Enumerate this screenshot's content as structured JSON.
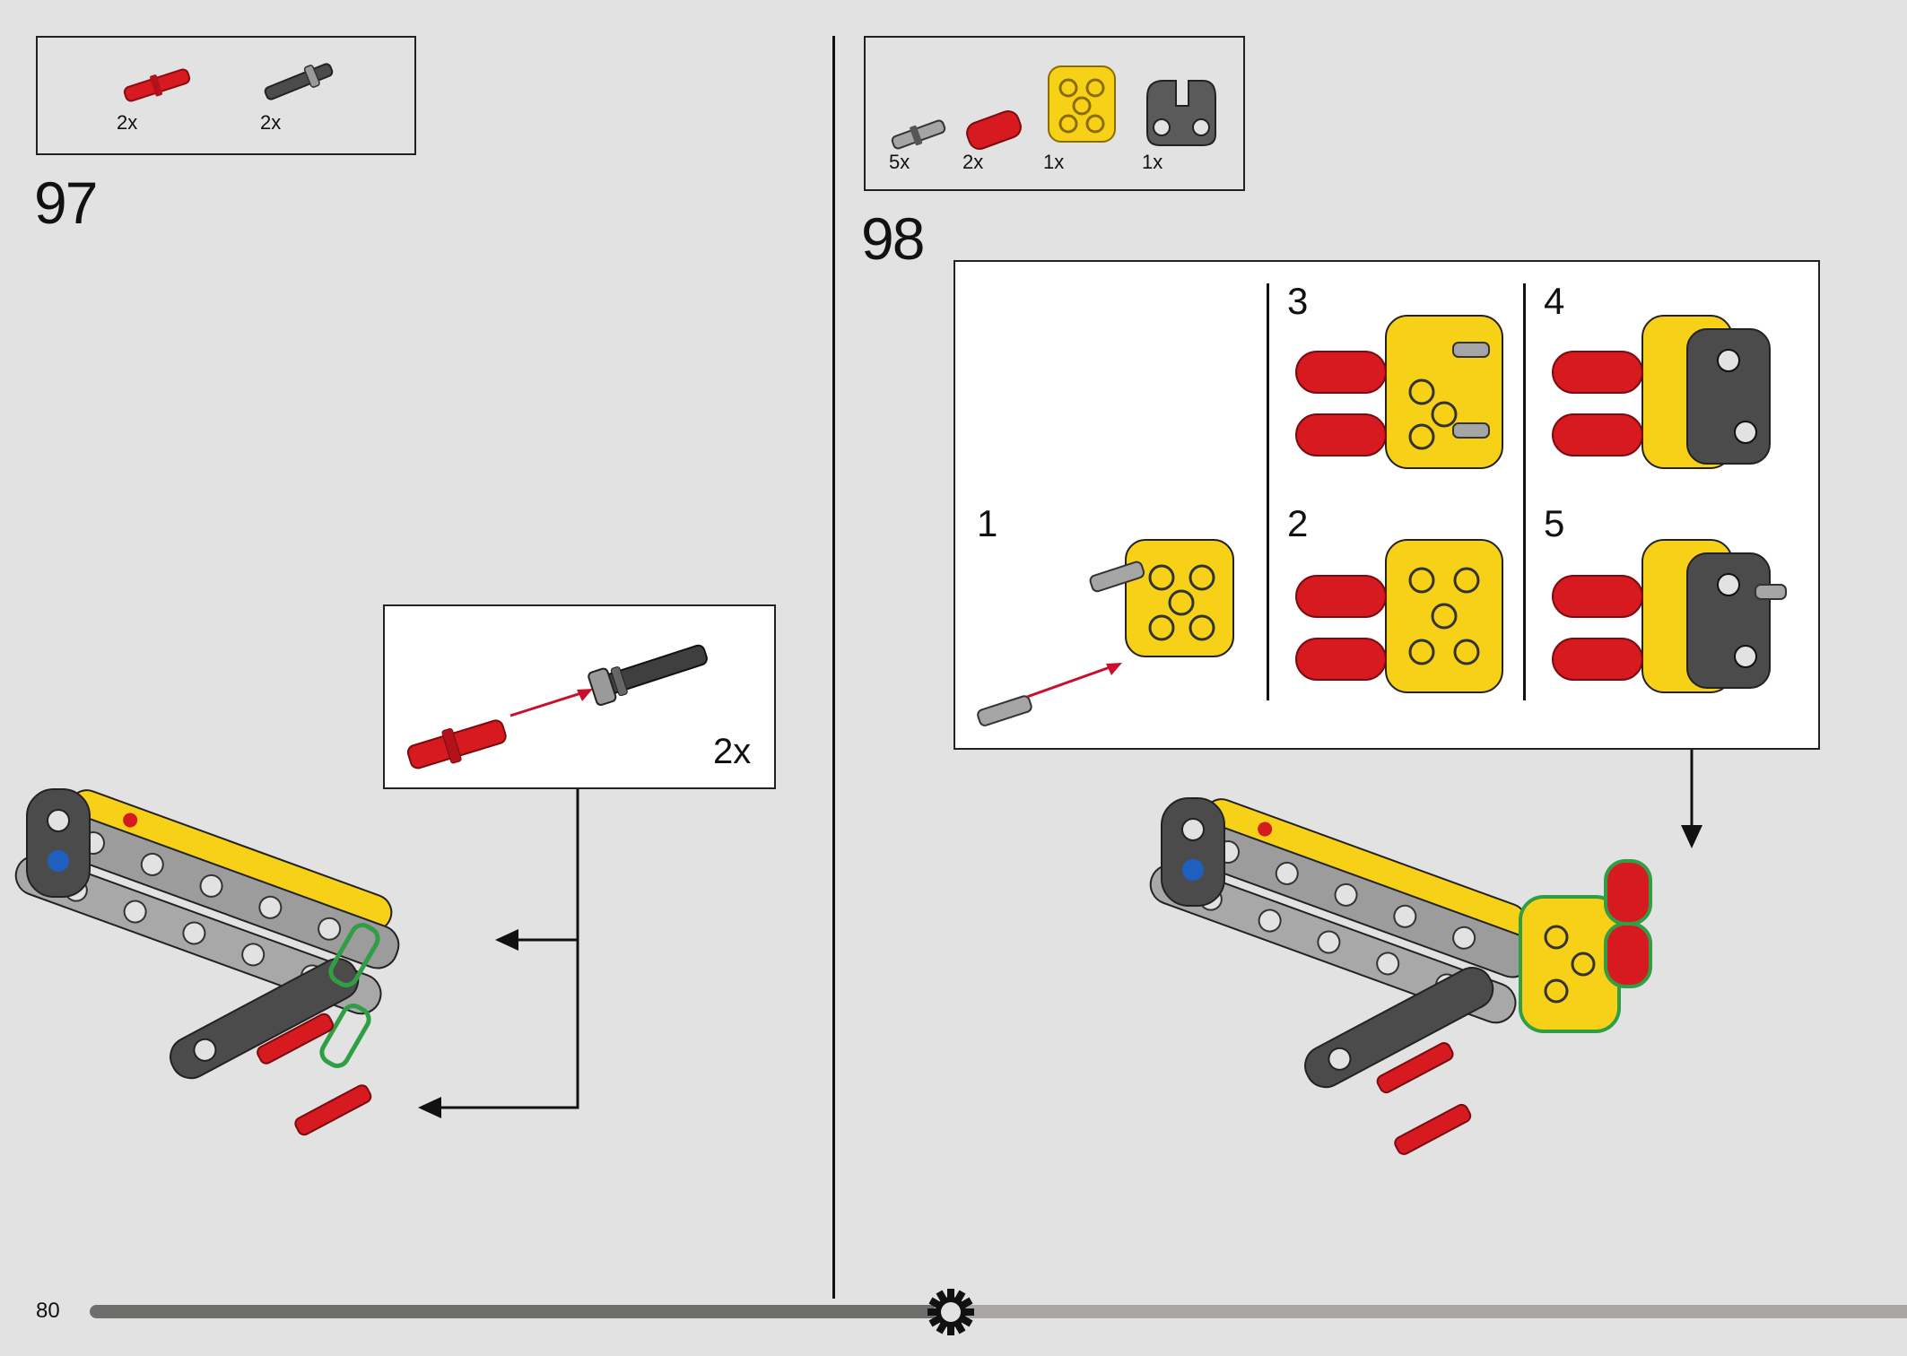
{
  "page": {
    "number": "80"
  },
  "step97": {
    "number": "97",
    "parts": [
      {
        "name": "red-axle-pin",
        "qty": "2x",
        "color": "#d71920"
      },
      {
        "name": "dark-grey-axle-pin",
        "qty": "2x",
        "color": "#4b4b4b"
      }
    ],
    "callout": {
      "multiplier": "2x"
    }
  },
  "step98": {
    "number": "98",
    "parts": [
      {
        "name": "light-grey-pin",
        "qty": "5x",
        "color": "#a5a5a5"
      },
      {
        "name": "red-bush",
        "qty": "2x",
        "color": "#d71920"
      },
      {
        "name": "yellow-connector",
        "qty": "1x",
        "color": "#f7d117"
      },
      {
        "name": "dark-grey-connector",
        "qty": "1x",
        "color": "#4b4b4b"
      }
    ],
    "substeps": [
      "1",
      "2",
      "3",
      "4",
      "5"
    ]
  },
  "colors": {
    "background": "#e2e2e2",
    "yellow": "#f7d117",
    "red": "#d71920",
    "dark_grey": "#4b4b4b",
    "light_grey": "#a5a5a5",
    "highlight": "#2f9e44",
    "arrow_red": "#c8102e",
    "progress_done": "#6e6e6c",
    "progress_todo": "#a9a7a3"
  }
}
